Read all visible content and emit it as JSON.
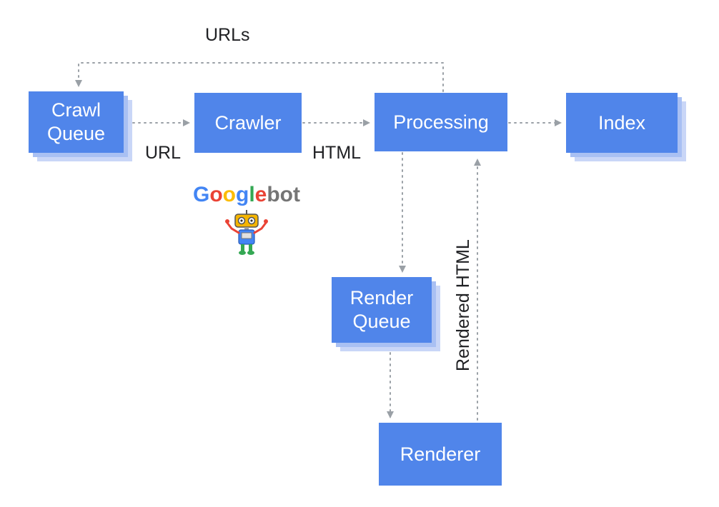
{
  "diagram": {
    "nodes": {
      "crawl_queue": "Crawl\nQueue",
      "crawler": "Crawler",
      "processing": "Processing",
      "index": "Index",
      "render_queue": "Render\nQueue",
      "renderer": "Renderer"
    },
    "edge_labels": {
      "urls": "URLs",
      "url": "URL",
      "html": "HTML",
      "rendered_html": "Rendered HTML"
    },
    "logo": {
      "letters": [
        "G",
        "o",
        "o",
        "g",
        "l",
        "e",
        "bot"
      ],
      "letter_colors": [
        "#4285F4",
        "#EA4335",
        "#FBBC05",
        "#4285F4",
        "#34A853",
        "#EA4335",
        "#757575"
      ],
      "mascot": "googlebot-robot"
    },
    "colors": {
      "box": "#5085ea",
      "box_shadow": "#c9d6f7",
      "arrow": "#9aa0a6",
      "text": "#202124"
    }
  }
}
